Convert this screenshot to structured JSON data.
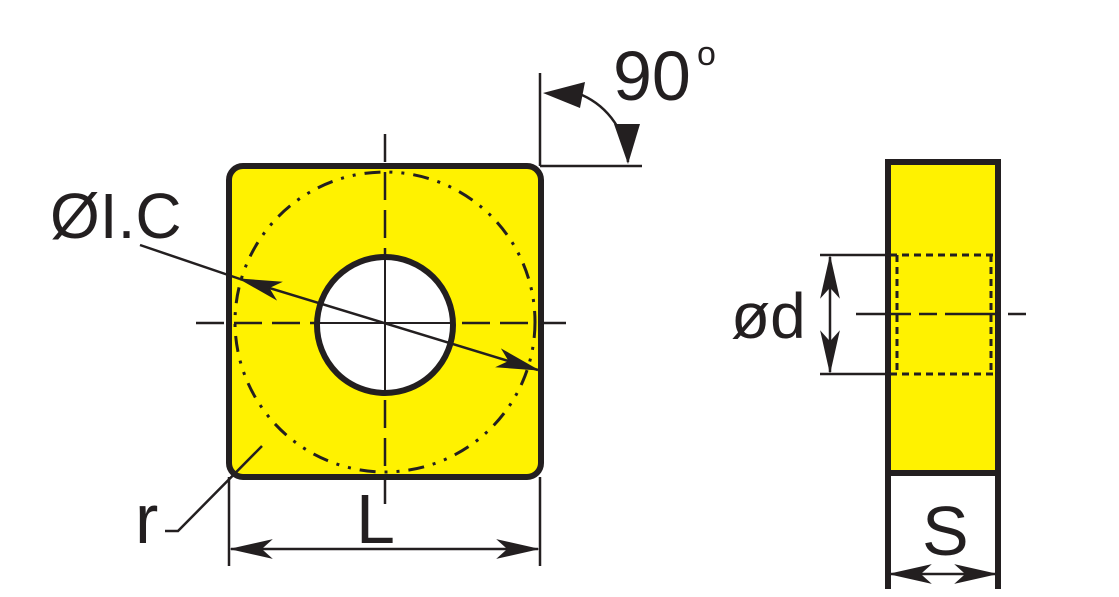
{
  "labels": {
    "angle": "90",
    "angle_unit": "o",
    "inscribed_circle": "ØI.C",
    "hole_diameter": "ød",
    "corner_radius": "r",
    "edge_length": "L",
    "thickness": "S"
  },
  "colors": {
    "insert_fill": "#fff200",
    "outline": "#231f20",
    "background": "#ffffff"
  }
}
